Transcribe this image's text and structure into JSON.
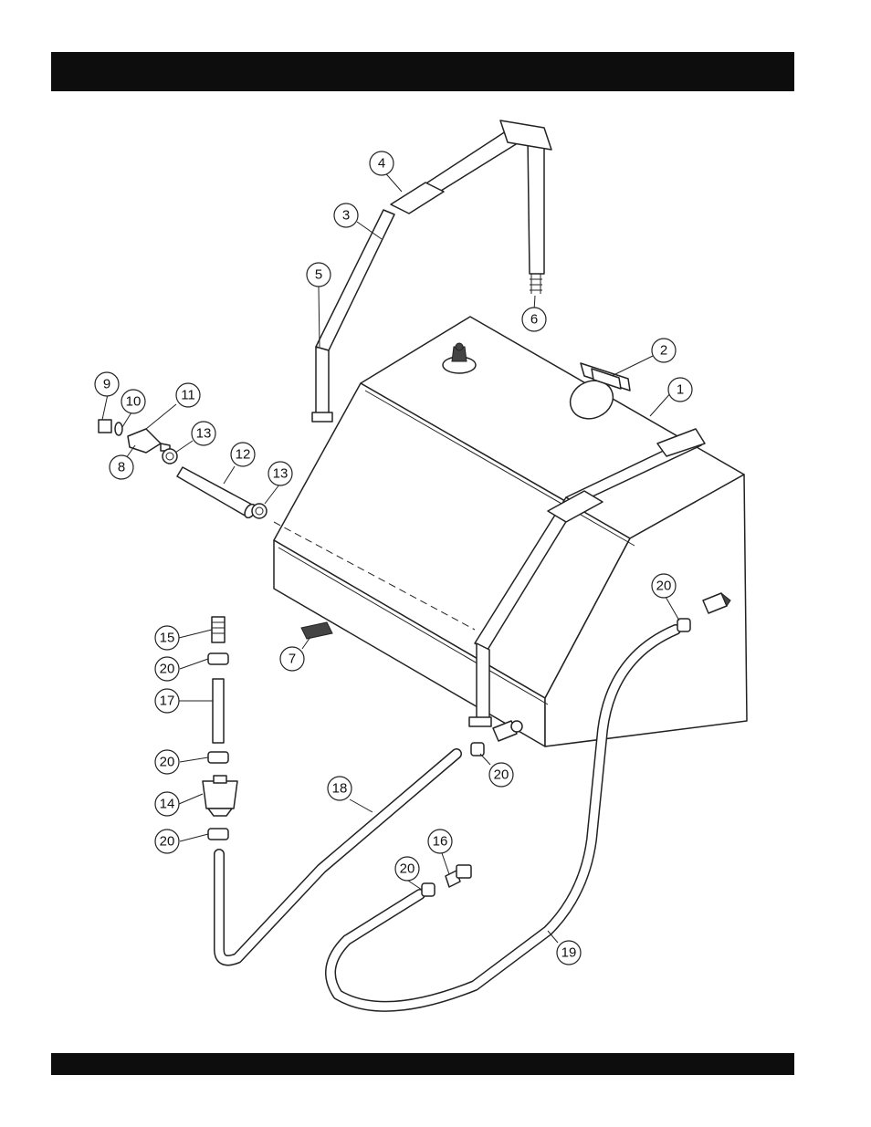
{
  "header": {
    "title": ""
  },
  "footer": {
    "text": ""
  },
  "callouts": [
    {
      "id": "c1",
      "label": "1"
    },
    {
      "id": "c2",
      "label": "2"
    },
    {
      "id": "c3",
      "label": "3"
    },
    {
      "id": "c4",
      "label": "4"
    },
    {
      "id": "c5",
      "label": "5"
    },
    {
      "id": "c6",
      "label": "6"
    },
    {
      "id": "c7",
      "label": "7"
    },
    {
      "id": "c8",
      "label": "8"
    },
    {
      "id": "c9",
      "label": "9"
    },
    {
      "id": "c10",
      "label": "10"
    },
    {
      "id": "c11",
      "label": "11"
    },
    {
      "id": "c12",
      "label": "12"
    },
    {
      "id": "c13a",
      "label": "13"
    },
    {
      "id": "c13b",
      "label": "13"
    },
    {
      "id": "c14",
      "label": "14"
    },
    {
      "id": "c15",
      "label": "15"
    },
    {
      "id": "c16",
      "label": "16"
    },
    {
      "id": "c17",
      "label": "17"
    },
    {
      "id": "c18",
      "label": "18"
    },
    {
      "id": "c19",
      "label": "19"
    },
    {
      "id": "c20a",
      "label": "20"
    },
    {
      "id": "c20b",
      "label": "20"
    },
    {
      "id": "c20c",
      "label": "20"
    },
    {
      "id": "c20d",
      "label": "20"
    },
    {
      "id": "c20e",
      "label": "20"
    },
    {
      "id": "c20f",
      "label": "20"
    }
  ]
}
